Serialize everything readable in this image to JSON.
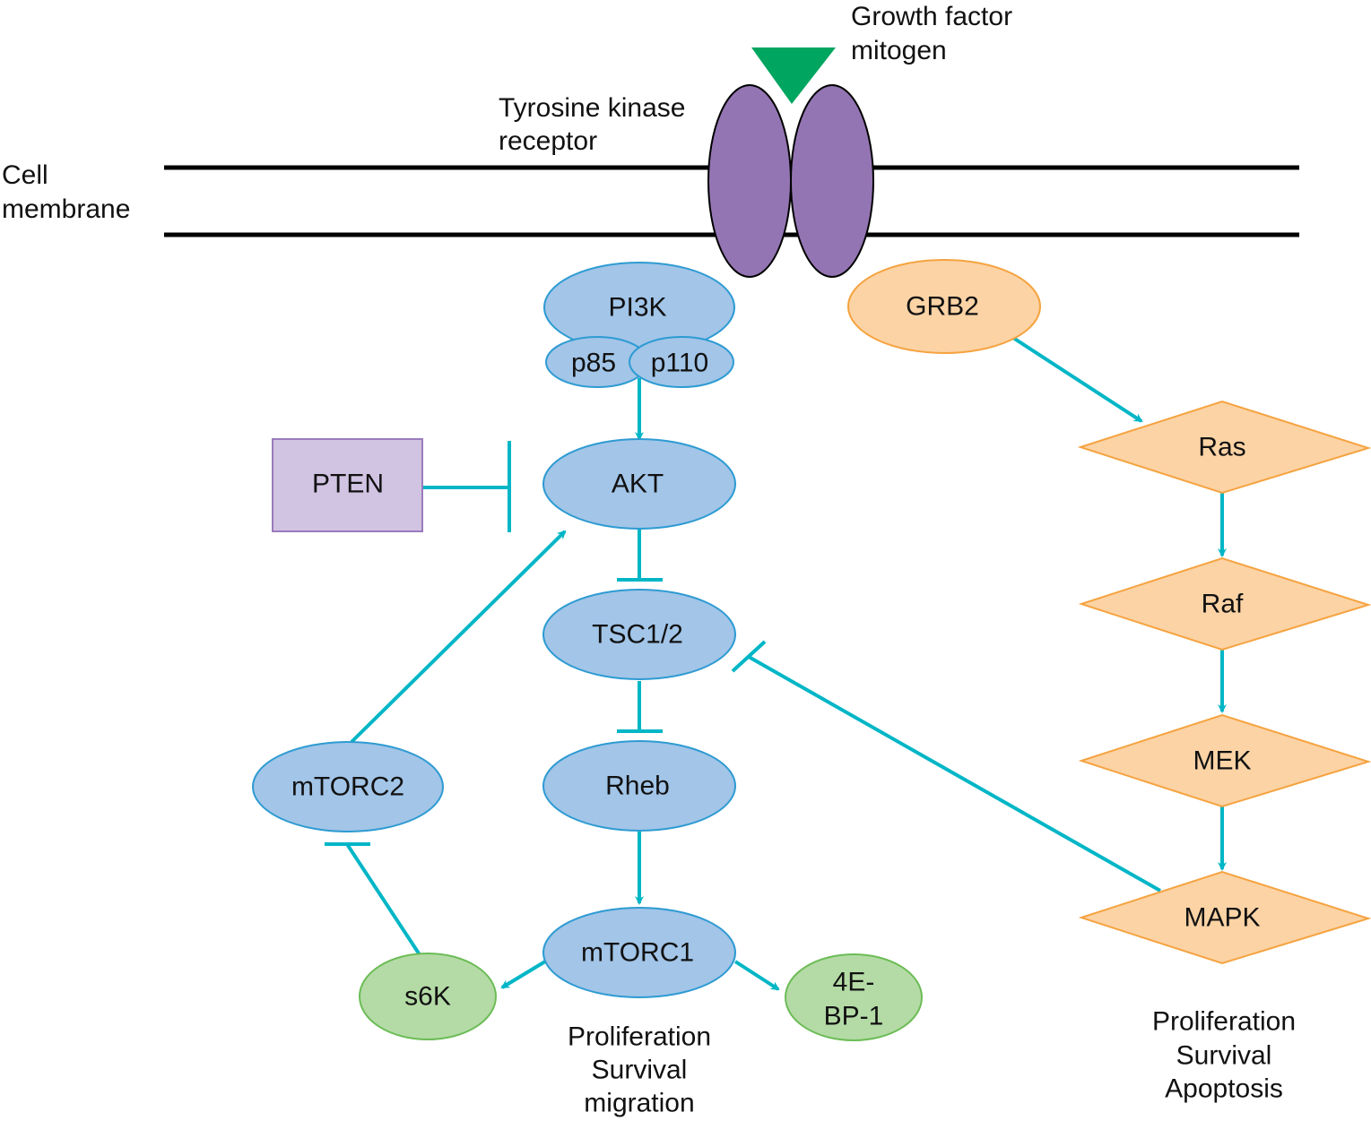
{
  "colors": {
    "membrane": "#000000",
    "receptor_fill": "#9475b3",
    "receptor_stroke": "#000000",
    "ligand": "#00a560",
    "blue_fill": "#a2c5e8",
    "blue_stroke": "#2e9bd2",
    "orange_fill": "#fcd3a5",
    "orange_stroke": "#f5a340",
    "green_fill": "#b4dba6",
    "green_stroke": "#6cbc56",
    "purple_box_fill": "#d1c3e2",
    "purple_box_stroke": "#9a7bbd",
    "connector": "#00b6c6"
  },
  "labels": {
    "cell_membrane": [
      "Cell",
      "membrane"
    ],
    "receptor": [
      "Tyrosine kinase",
      "receptor"
    ],
    "ligand": [
      "Growth factor",
      "mitogen"
    ],
    "pi3k_outcomes": [
      "Proliferation",
      "Survival",
      "migration"
    ],
    "mapk_outcomes": [
      "Proliferation",
      "Survival",
      "Apoptosis"
    ]
  },
  "nodes": {
    "pi3k": "PI3K",
    "p85": "p85",
    "p110": "p110",
    "akt": "AKT",
    "pten": "PTEN",
    "tsc": "TSC1/2",
    "rheb": "Rheb",
    "mtorc2": "mTORC2",
    "mtorc1": "mTORC1",
    "s6k": "s6K",
    "ebp1": [
      "4E-",
      "BP-1"
    ],
    "grb2": "GRB2",
    "ras": "Ras",
    "raf": "Raf",
    "mek": "MEK",
    "mapk": "MAPK"
  },
  "edges": [
    {
      "from": "p110",
      "to": "akt",
      "type": "activation"
    },
    {
      "from": "pten",
      "to": "akt",
      "type": "inhibition"
    },
    {
      "from": "akt",
      "to": "tsc",
      "type": "inhibition"
    },
    {
      "from": "tsc",
      "to": "rheb",
      "type": "inhibition"
    },
    {
      "from": "rheb",
      "to": "mtorc1",
      "type": "activation"
    },
    {
      "from": "mtorc1",
      "to": "s6k",
      "type": "activation"
    },
    {
      "from": "mtorc1",
      "to": "ebp1",
      "type": "activation"
    },
    {
      "from": "s6k",
      "to": "mtorc2",
      "type": "inhibition"
    },
    {
      "from": "mtorc2",
      "to": "akt",
      "type": "activation"
    },
    {
      "from": "grb2",
      "to": "ras",
      "type": "activation"
    },
    {
      "from": "ras",
      "to": "raf",
      "type": "activation"
    },
    {
      "from": "raf",
      "to": "mek",
      "type": "activation"
    },
    {
      "from": "mek",
      "to": "mapk",
      "type": "activation"
    },
    {
      "from": "mapk",
      "to": "tsc",
      "type": "inhibition"
    }
  ]
}
